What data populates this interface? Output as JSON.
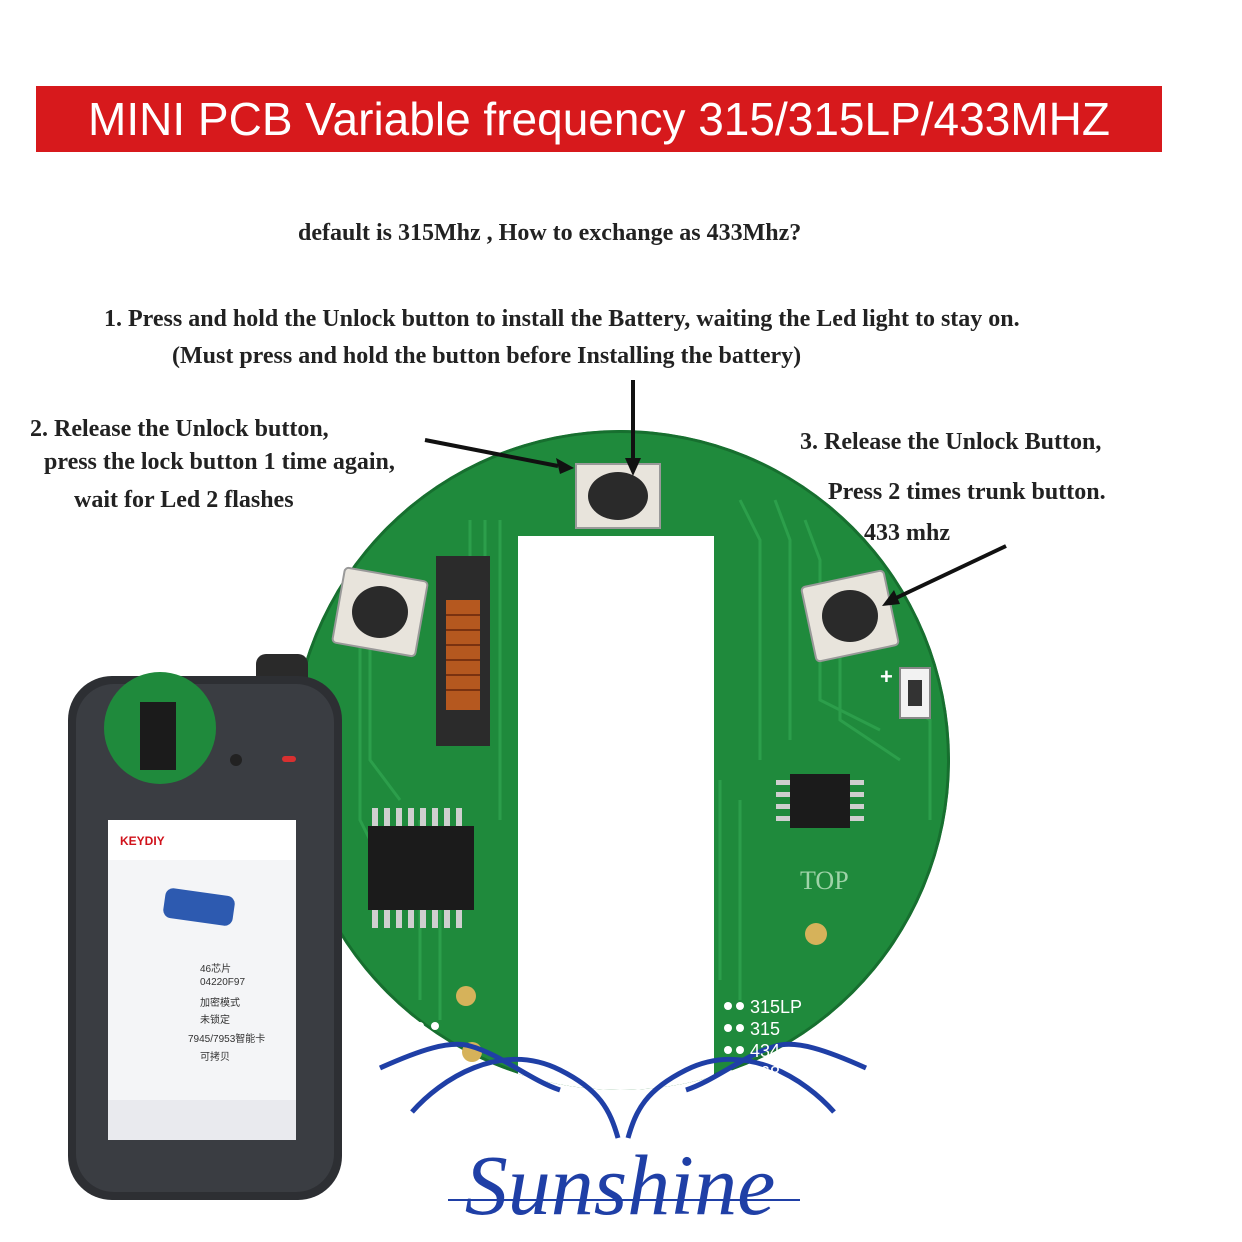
{
  "banner": {
    "title": "MINI PCB Variable frequency 315/315LP/433MHZ",
    "bg_color": "#d7191c"
  },
  "instructions": {
    "intro": "default is 315Mhz , How to exchange as 433Mhz?",
    "step1_line1": "1. Press and hold the Unlock button to install the Battery,  waiting the Led light to stay on.",
    "step1_line2": "(Must press and hold the button before Installing the battery)",
    "step2_line1": "2. Release the Unlock button,",
    "step2_line2": "press the lock button 1 time again,",
    "step2_line3": "wait for Led 2 flashes",
    "step3_line1": "3. Release the Unlock Button,",
    "step3_line2": "Press 2 times trunk button.",
    "step3_line3": "be 433 mhz"
  },
  "pcb": {
    "board_color": "#1f8a3c",
    "silkscreen_top": "TOP",
    "plus_mark": "+",
    "freq_labels": [
      "315LP",
      "315",
      "434",
      "868"
    ]
  },
  "device": {
    "brand": "KEYDIY",
    "values": [
      "46芯片",
      "04220F97",
      "加密模式",
      "未锁定",
      "7945/7953智能卡",
      "可拷贝"
    ]
  },
  "logo": {
    "text": "Sunshine",
    "color": "#1f3fa6"
  }
}
